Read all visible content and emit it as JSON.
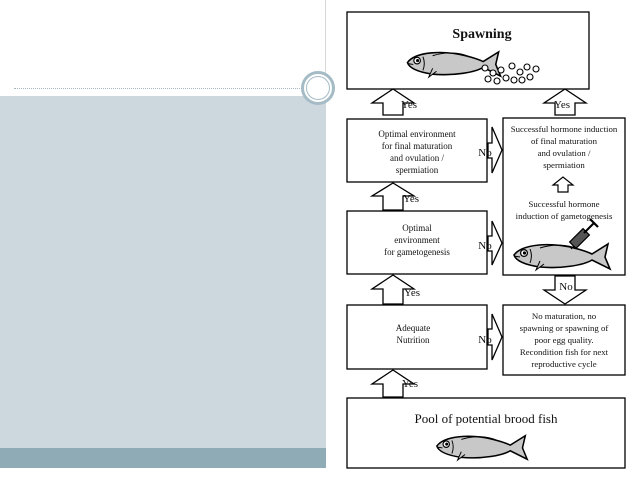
{
  "diagram": {
    "spawning_title": "Spawning",
    "yes_label": "Yes",
    "no_label": "No",
    "box_final_maturation": [
      "Optimal environment",
      "for final maturation",
      "and ovulation /",
      "spermiation"
    ],
    "box_gametogenesis": [
      "Optimal",
      "environment",
      "for gametogenesis"
    ],
    "box_nutrition": [
      "Adequate",
      "Nutrition"
    ],
    "box_hormone_final": [
      "Successful hormone induction",
      "of final maturation",
      "and ovulation /",
      "spermiation"
    ],
    "box_hormone_gameto": [
      "Successful hormone",
      "induction of gametogenesis"
    ],
    "box_no_maturation": [
      "No maturation, no",
      "spawning or spawning of",
      "poor egg quality.",
      "Recondition fish for next",
      "reproductive cycle"
    ],
    "pool_title": "Pool of potential brood fish"
  },
  "icons": {
    "fish": "fish-icon",
    "eggs": "eggs-icon",
    "syringe": "syringe-icon"
  }
}
